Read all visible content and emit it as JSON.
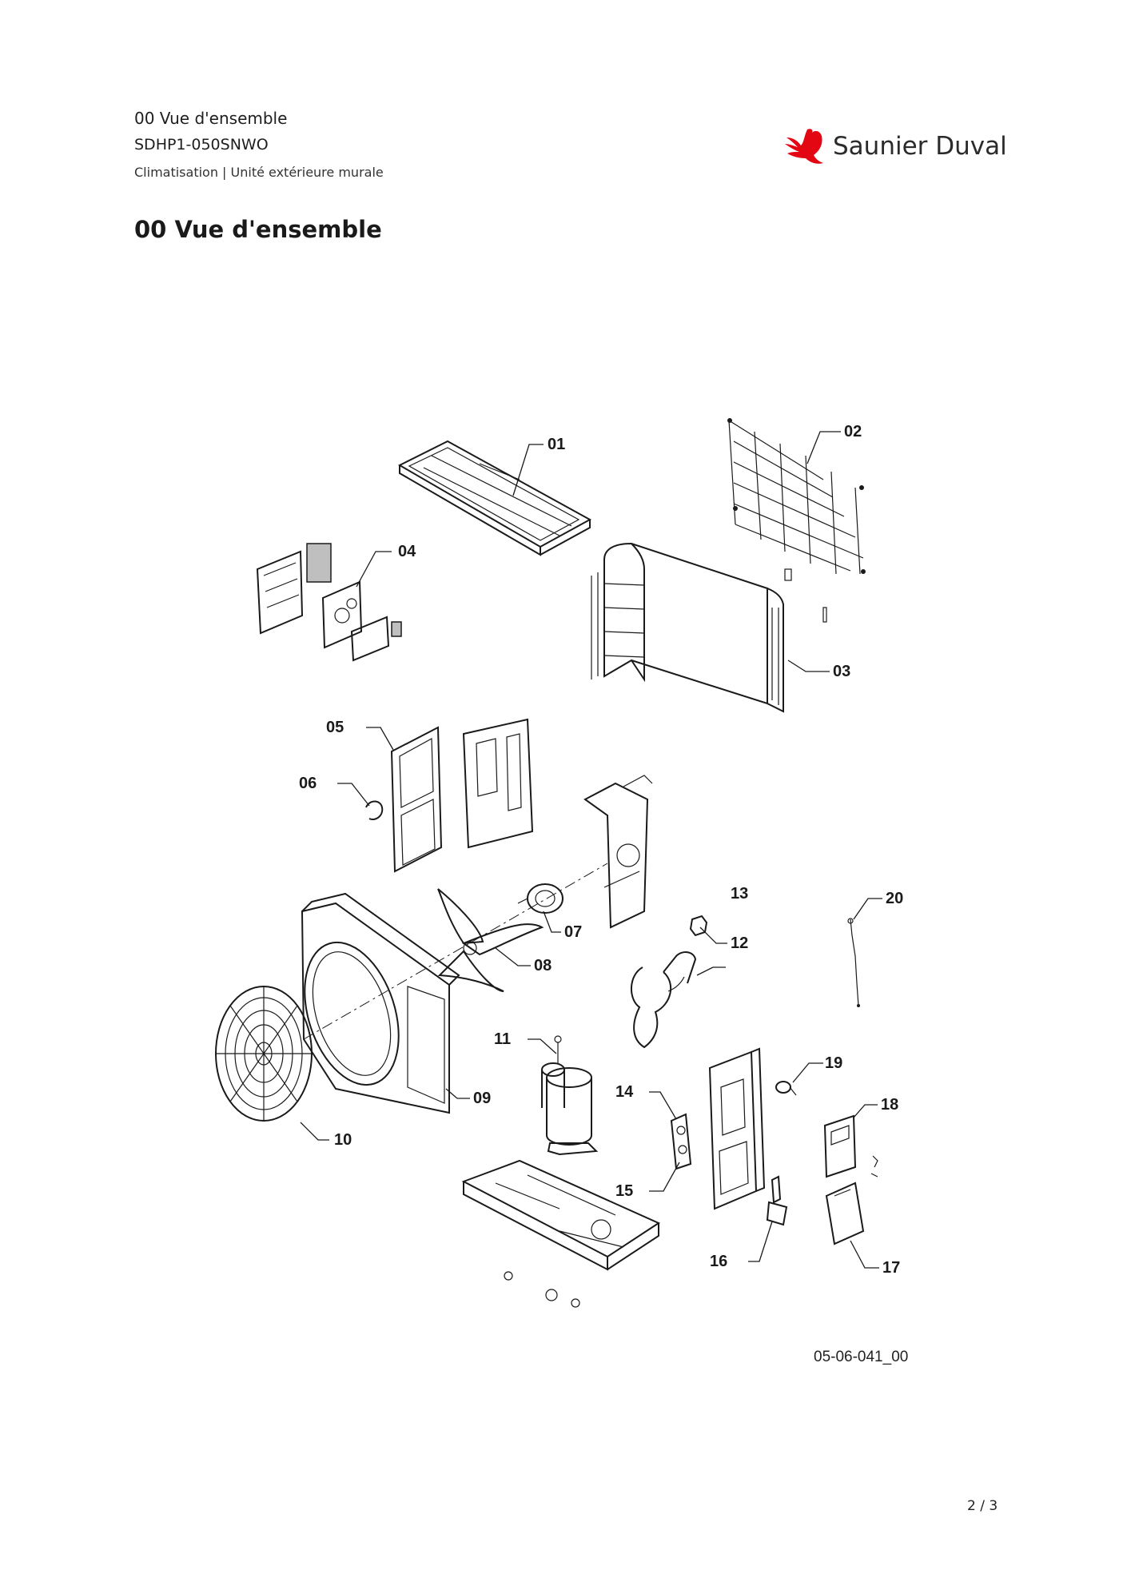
{
  "header": {
    "section": "00 Vue d'ensemble",
    "model": "SDHP1-050SNWO",
    "category": "Climatisation | Unité extérieure murale"
  },
  "brand": {
    "name": "Saunier Duval",
    "logo_icon": "bird-logo-icon",
    "color": "#e30613"
  },
  "page_title": "00 Vue d'ensemble",
  "diagram": {
    "callouts": {
      "c01": "01",
      "c02": "02",
      "c03": "03",
      "c04": "04",
      "c05": "05",
      "c06": "06",
      "c07": "07",
      "c08": "08",
      "c09": "09",
      "c10": "10",
      "c11": "11",
      "c12": "12",
      "c13": "13",
      "c14": "14",
      "c15": "15",
      "c16": "16",
      "c17": "17",
      "c18": "18",
      "c19": "19",
      "c20": "20"
    },
    "reference": "05-06-041_00"
  },
  "footer": {
    "page": "2 / 3"
  }
}
